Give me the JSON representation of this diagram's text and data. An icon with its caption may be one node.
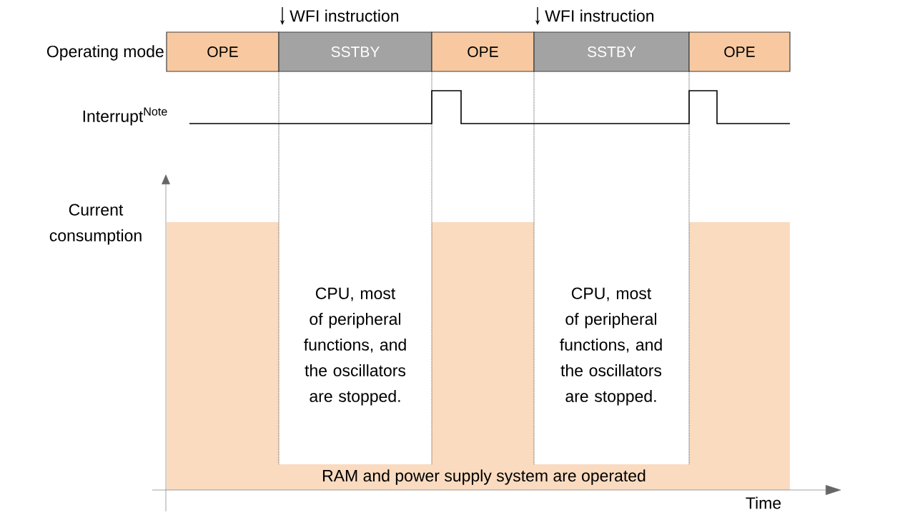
{
  "diagram": {
    "nodes": [
      {
        "text": [
          "OPE"
        ]
      },
      {
        "text": [
          "SSTBY"
        ]
      },
      {
        "text": [
          "OPE"
        ]
      },
      {
        "text": [
          "SSTBY"
        ]
      },
      {
        "text": [
          "OPE"
        ]
      }
    ],
    "edges": [],
    "labels": [
      "Operating mode",
      "WFI instruction",
      "WFI instruction",
      "Interrupt$^{Note}$",
      "Current consumption",
      "CPU, most of peripheral functions, and the oscillators are stopped.",
      "CPU, most of peripheral functions, and the oscillators are stopped.",
      "RAM and power supply system are operated",
      "Time"
    ]
  }
}
